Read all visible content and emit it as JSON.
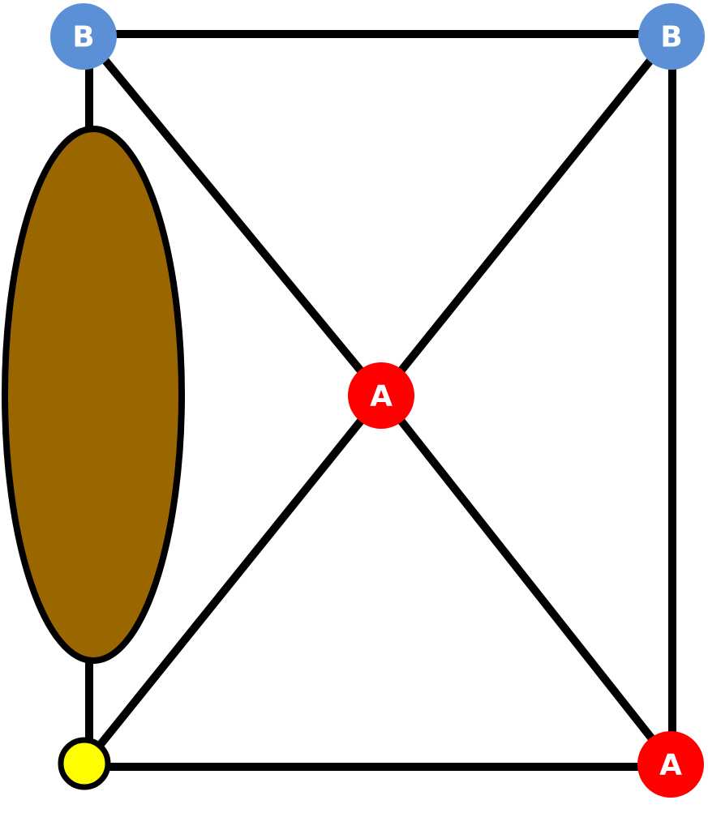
{
  "colors": {
    "node_b": "#5b8fd6",
    "node_a": "#ff0000",
    "node_junction": "#ffff00",
    "blob": "#996600",
    "outline": "#000000"
  },
  "nodes": {
    "top_left": {
      "label": "B"
    },
    "top_right": {
      "label": "B"
    },
    "center": {
      "label": "A"
    },
    "bottom_right": {
      "label": "A"
    }
  }
}
